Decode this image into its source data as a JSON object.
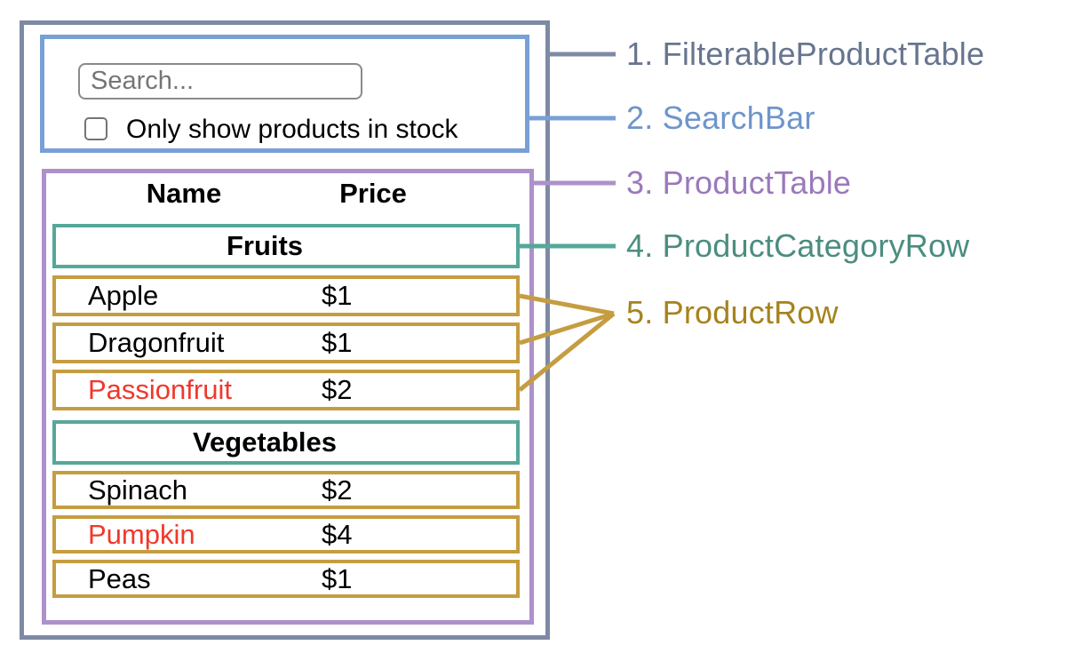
{
  "colors": {
    "filterable_product_table_border": "#7e8aa4",
    "filterable_product_table_label": "#67758f",
    "search_bar_border": "#79a0d6",
    "search_bar_label": "#6e95cc",
    "product_table_border": "#ae90ca",
    "product_table_label": "#9a79bb",
    "product_category_row_border": "#55a89a",
    "product_category_row_label": "#4b8d80",
    "product_row_border": "#c59d41",
    "product_row_label": "#a5831e",
    "out_of_stock_text": "#f0382b",
    "table_text": "#000000"
  },
  "search_bar": {
    "input_placeholder": "Search...",
    "input_value": "",
    "checkbox_checked": false,
    "checkbox_label": "Only show products in stock"
  },
  "product_table": {
    "headers": {
      "name": "Name",
      "price": "Price"
    },
    "sections": [
      {
        "category": "Fruits",
        "rows": [
          {
            "name": "Apple",
            "price": "$1",
            "in_stock": true
          },
          {
            "name": "Dragonfruit",
            "price": "$1",
            "in_stock": true
          },
          {
            "name": "Passionfruit",
            "price": "$2",
            "in_stock": false
          }
        ]
      },
      {
        "category": "Vegetables",
        "rows": [
          {
            "name": "Spinach",
            "price": "$2",
            "in_stock": true
          },
          {
            "name": "Pumpkin",
            "price": "$4",
            "in_stock": false
          },
          {
            "name": "Peas",
            "price": "$1",
            "in_stock": true
          }
        ]
      }
    ]
  },
  "legend": {
    "items": [
      {
        "label": "1. FilterableProductTable",
        "color": "#67758f"
      },
      {
        "label": "2. SearchBar",
        "color": "#6e95cc"
      },
      {
        "label": "3. ProductTable",
        "color": "#9a79bb"
      },
      {
        "label": "4. ProductCategoryRow",
        "color": "#4b8d80"
      },
      {
        "label": "5. ProductRow",
        "color": "#a5831e"
      }
    ]
  }
}
